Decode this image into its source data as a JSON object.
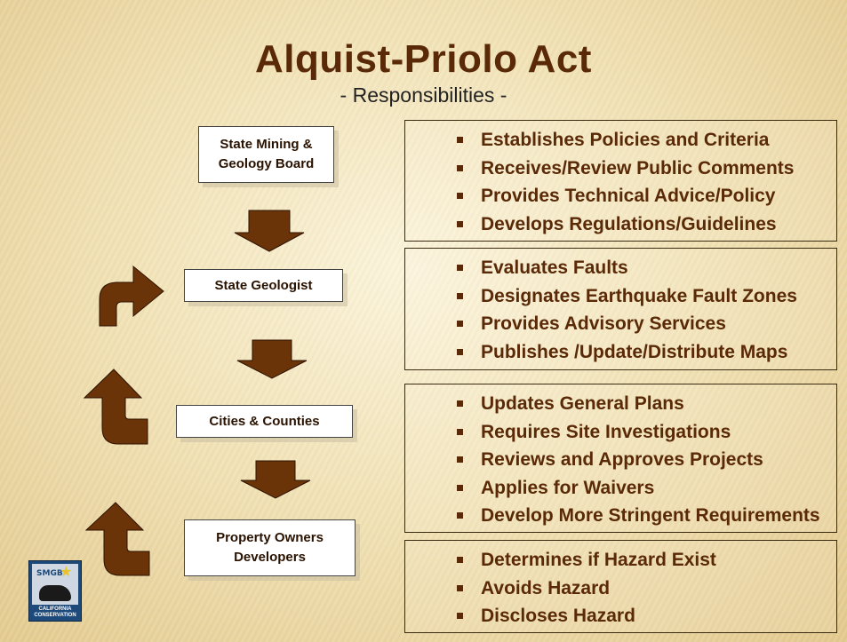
{
  "title": "Alquist-Priolo Act",
  "subtitle": "- Responsibilities -",
  "roles": [
    {
      "label": "State Mining &\nGeology Board"
    },
    {
      "label": "State Geologist"
    },
    {
      "label": "Cities & Counties"
    },
    {
      "label": "Property Owners\nDevelopers"
    }
  ],
  "responsibilities": [
    {
      "items": [
        "Establishes Policies and Criteria",
        "Receives/Review Public Comments",
        "Provides Technical Advice/Policy",
        "Develops Regulations/Guidelines"
      ]
    },
    {
      "items": [
        "Evaluates Faults",
        "Designates Earthquake Fault Zones",
        "Provides Advisory Services",
        "Publishes /Update/Distribute Maps"
      ]
    },
    {
      "items": [
        "Updates General Plans",
        "Requires Site Investigations",
        "Reviews and Approves Projects",
        "Applies for Waivers",
        "Develop More Stringent Requirements"
      ]
    },
    {
      "items": [
        "Determines if Hazard  Exist",
        "Avoids  Hazard",
        "Discloses Hazard"
      ]
    }
  ],
  "logo": {
    "initials": "SMGB",
    "caption": "CALIFORNIA\nCONSERVATION",
    "icon": "california-conservation-logo"
  },
  "colors": {
    "accent": "#5a2a08",
    "arrow": "#6b3308",
    "box_border": "#3a2a10"
  }
}
